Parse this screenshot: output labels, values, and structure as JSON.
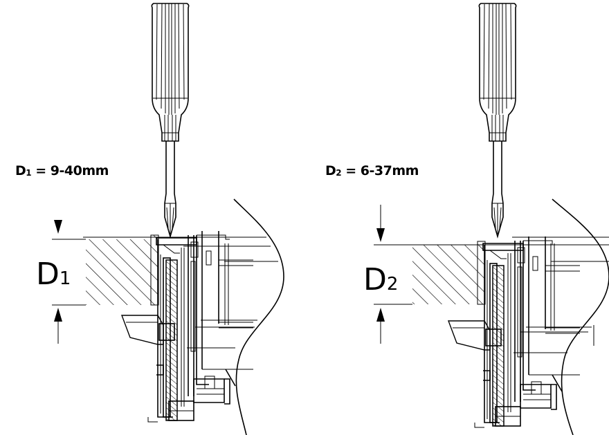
{
  "left_panel": {
    "range_symbol": "D",
    "range_subscript": "1",
    "range_text": " = 9-40mm",
    "dim_symbol": "D",
    "dim_subscript": "1"
  },
  "right_panel": {
    "range_symbol": "D",
    "range_subscript": "2",
    "range_text": " = 6-37mm",
    "dim_symbol": "D",
    "dim_subscript": "2"
  }
}
